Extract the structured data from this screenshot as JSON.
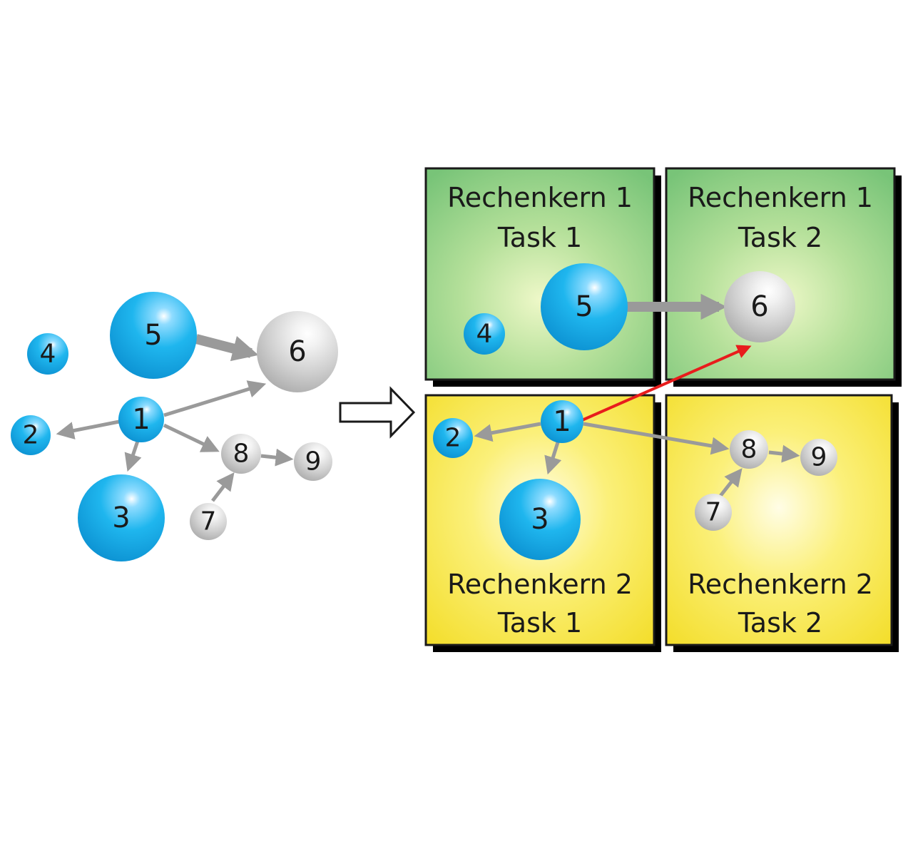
{
  "left_graph": {
    "nodes": [
      {
        "label": "1",
        "kind": "blue"
      },
      {
        "label": "2",
        "kind": "blue"
      },
      {
        "label": "3",
        "kind": "blue"
      },
      {
        "label": "4",
        "kind": "blue"
      },
      {
        "label": "5",
        "kind": "blue"
      },
      {
        "label": "6",
        "kind": "gray"
      },
      {
        "label": "7",
        "kind": "gray"
      },
      {
        "label": "8",
        "kind": "gray"
      },
      {
        "label": "9",
        "kind": "gray"
      }
    ]
  },
  "right_grid": {
    "boxes": [
      {
        "line1": "Rechenkern 1",
        "line2": "Task 1"
      },
      {
        "line1": "Rechenkern 1",
        "line2": "Task 2"
      },
      {
        "line1": "Rechenkern 2",
        "line2": "Task 1"
      },
      {
        "line1": "Rechenkern 2",
        "line2": "Task 2"
      }
    ],
    "nodes": [
      {
        "label": "1",
        "kind": "blue"
      },
      {
        "label": "2",
        "kind": "blue"
      },
      {
        "label": "3",
        "kind": "blue"
      },
      {
        "label": "4",
        "kind": "blue"
      },
      {
        "label": "5",
        "kind": "blue"
      },
      {
        "label": "6",
        "kind": "gray"
      },
      {
        "label": "7",
        "kind": "gray"
      },
      {
        "label": "8",
        "kind": "gray"
      },
      {
        "label": "9",
        "kind": "gray"
      }
    ]
  },
  "colors": {
    "blue_node": "#13aee8",
    "gray_node": "#c8c8c8",
    "edge": "#9a9a9a",
    "cross_edge": "#e81c1c",
    "green_box": "#8ccf86",
    "yellow_box": "#f6e640"
  }
}
